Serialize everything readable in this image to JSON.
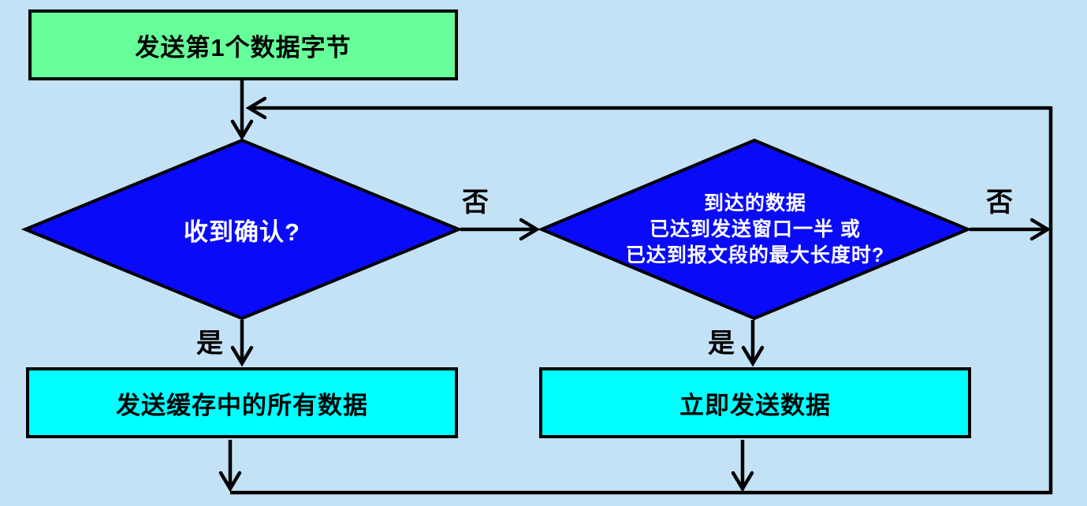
{
  "colors": {
    "background": "#C3E2F6",
    "line": "#000000",
    "text": "#000000",
    "process_fill": "#66FF99",
    "decision_fill": "#0A0AFA",
    "decision_text": "#FFFFFF",
    "action_fill": "#00FFFF"
  },
  "nodes": {
    "start": {
      "label": "发送第1个数据字节"
    },
    "decision_ack": {
      "label": "收到确认?"
    },
    "decision_threshold": {
      "line1": "到达的数据",
      "line2": "已达到发送窗口一半 或",
      "line3": "已达到报文段的最大长度时?"
    },
    "send_all_buffered": {
      "label": "发送缓存中的所有数据"
    },
    "send_immediately": {
      "label": "立即发送数据"
    }
  },
  "edge_labels": {
    "ack_yes": "是",
    "ack_no": "否",
    "threshold_yes": "是",
    "threshold_no": "否"
  }
}
